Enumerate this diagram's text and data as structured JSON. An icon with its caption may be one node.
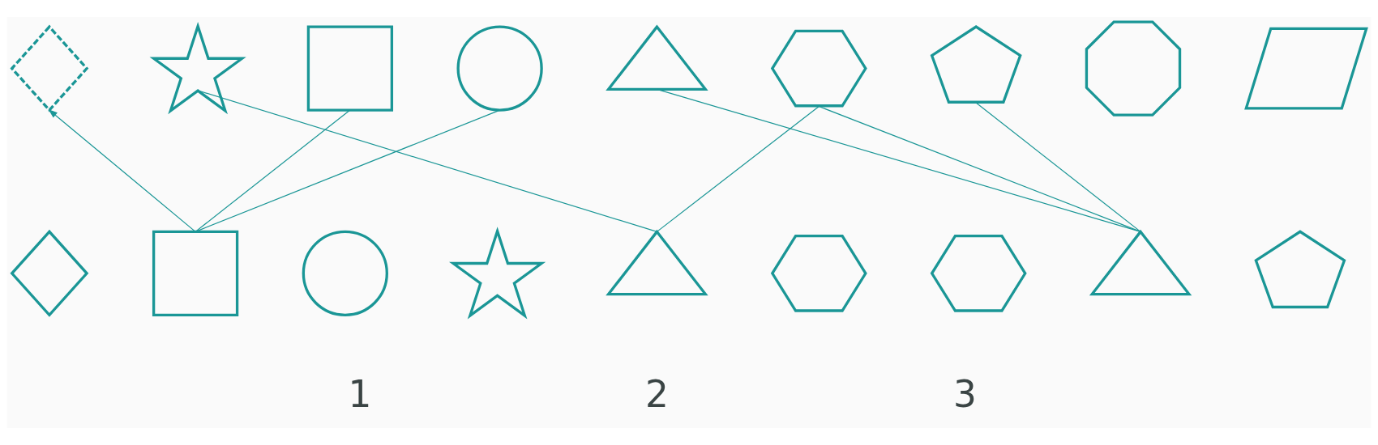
{
  "diagram": {
    "nodes": [
      {
        "text": [],
        "shape": "sparkle"
      },
      {
        "text": [],
        "shape": "star"
      },
      {
        "text": [],
        "shape": "square"
      },
      {
        "text": [],
        "shape": "circle"
      },
      {
        "text": [],
        "shape": "triangle"
      },
      {
        "text": [],
        "shape": "hexagon"
      },
      {
        "text": [],
        "shape": "pentagon"
      },
      {
        "text": [],
        "shape": "octagon"
      },
      {
        "text": [],
        "shape": "parallelogram"
      },
      {
        "text": [],
        "shape": "sparkle"
      },
      {
        "text": [],
        "shape": "square"
      },
      {
        "text": [],
        "shape": "circle"
      },
      {
        "text": [],
        "shape": "star"
      },
      {
        "text": [],
        "shape": "triangle"
      },
      {
        "text": [],
        "shape": "hexagon"
      },
      {
        "text": [],
        "shape": "hexagon"
      },
      {
        "text": [],
        "shape": "triangle"
      },
      {
        "text": [],
        "shape": "pentagon"
      }
    ],
    "edges": [
      {
        "from": 10,
        "to": 0,
        "arrow": "to"
      },
      {
        "from": 10,
        "to": 2,
        "arrow": "none"
      },
      {
        "from": 10,
        "to": 3,
        "arrow": "none"
      },
      {
        "from": 13,
        "to": 1,
        "arrow": "none"
      },
      {
        "from": 13,
        "to": 5,
        "arrow": "none"
      },
      {
        "from": 16,
        "to": 4,
        "arrow": "none"
      },
      {
        "from": 16,
        "to": 5,
        "arrow": "none"
      },
      {
        "from": 16,
        "to": 6,
        "arrow": "none"
      }
    ],
    "labels": [
      "1",
      "2",
      "3"
    ]
  }
}
